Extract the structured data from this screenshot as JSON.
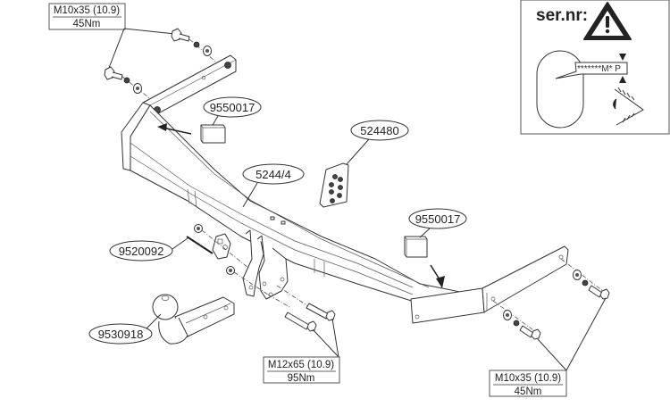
{
  "diagram": {
    "type": "exploded-assembly-drawing",
    "subject": "tow bar (towing hitch) assembly"
  },
  "bolt_specs": {
    "top_left": {
      "size": "M10x35 (10.9)",
      "torque": "45Nm"
    },
    "bottom_center": {
      "size": "M12x65 (10.9)",
      "torque": "95Nm"
    },
    "bottom_right": {
      "size": "M10x35 (10.9)",
      "torque": "45Nm"
    }
  },
  "part_labels": {
    "spacer_left": "9550017",
    "spacer_right": "9550017",
    "main_beam": "5244/4",
    "hardware_kit": "524480",
    "socket_plate": "9520092",
    "tow_ball": "9530918"
  },
  "serial_panel": {
    "title": "ser.nr:",
    "warning_icon": "warning-triangle-icon",
    "serial_text": "*******M* P",
    "eye_icon": "eye-icon"
  },
  "colors": {
    "line": "#333333",
    "background": "#ffffff"
  }
}
